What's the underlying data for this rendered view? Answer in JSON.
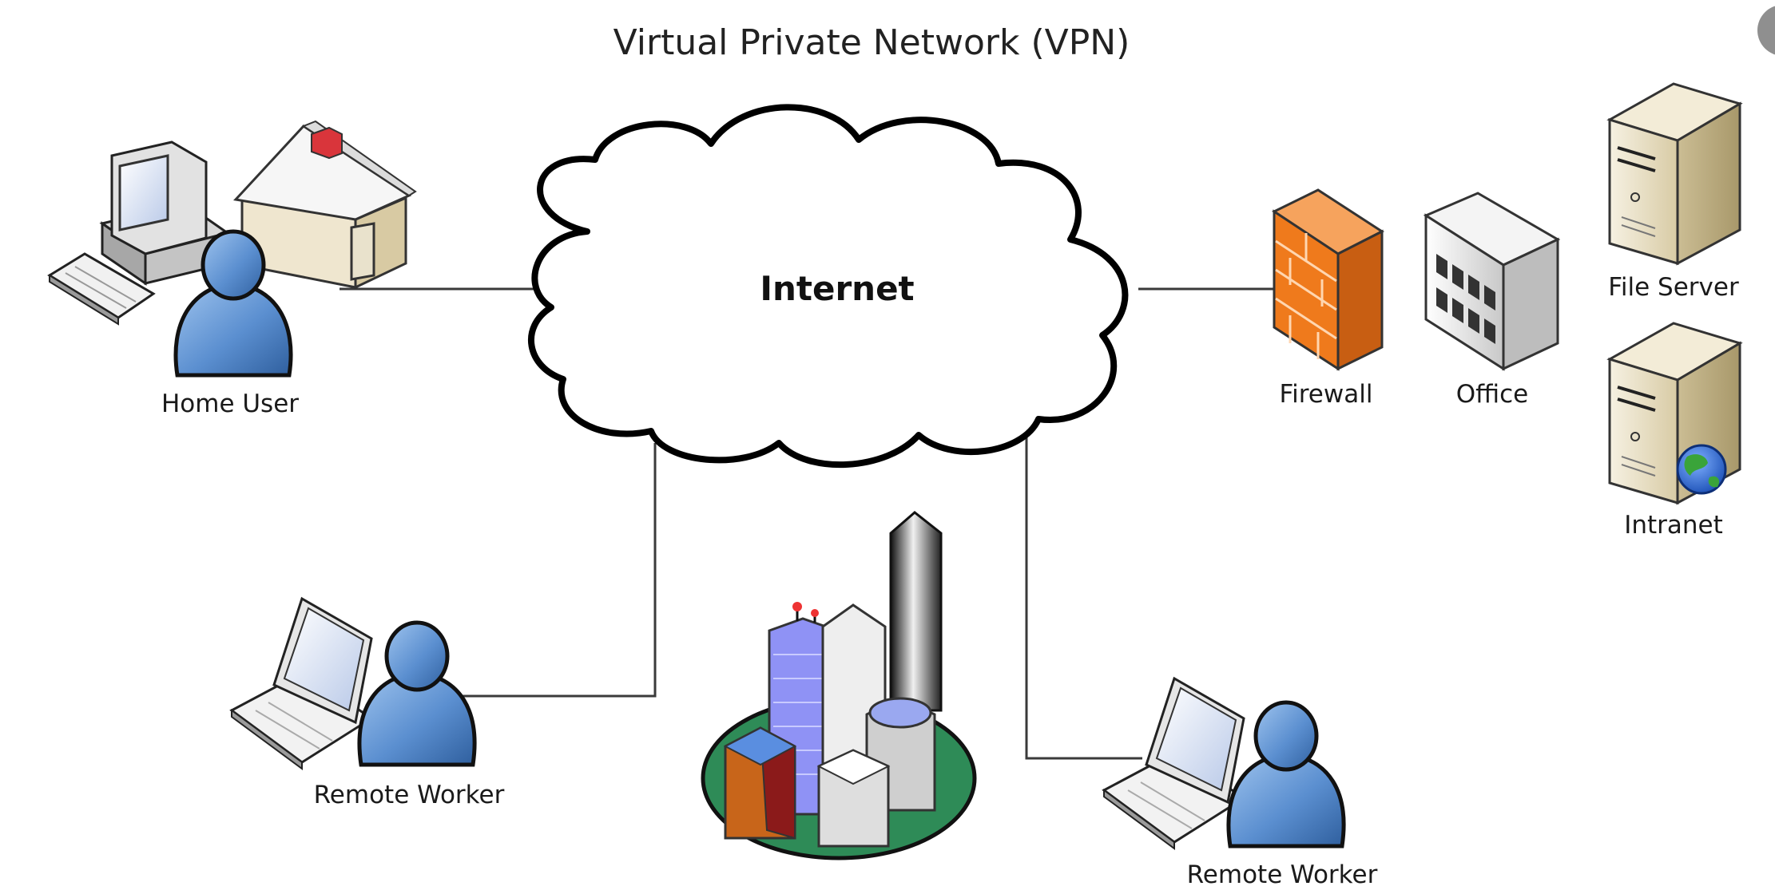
{
  "diagram": {
    "title": "Virtual Private Network (VPN)",
    "cloud_label": "Internet",
    "nodes": {
      "home_user": "Home User",
      "remote_worker_left": "Remote Worker",
      "remote_worker_right": "Remote Worker",
      "firewall": "Firewall",
      "office": "Office",
      "file_server": "File Server",
      "intranet": "Intranet"
    },
    "colors": {
      "user_blue": "#4a7fc1",
      "firewall_orange": "#ef7a1c",
      "city_green": "#2e8b57",
      "server_beige": "#e6dcc0",
      "house_wall": "#efe6cf",
      "house_roof": "#f4f4f4"
    },
    "icons": [
      "user-icon",
      "desktop-computer-icon",
      "house-icon",
      "laptop-icon",
      "cloud-icon",
      "firewall-icon",
      "office-building-icon",
      "server-icon",
      "globe-icon",
      "city-icon"
    ]
  }
}
